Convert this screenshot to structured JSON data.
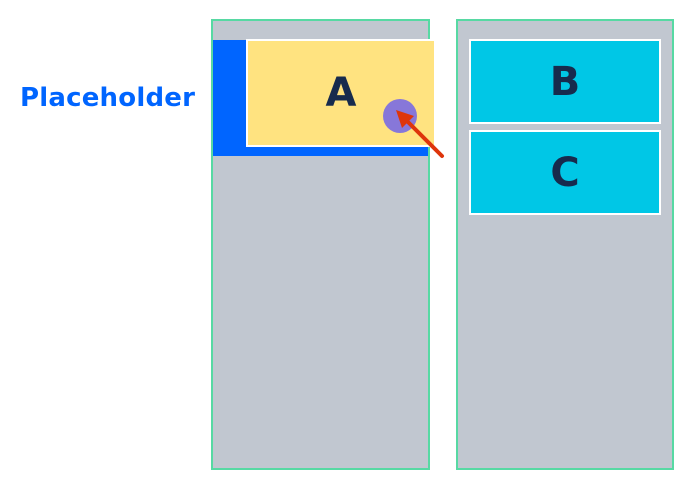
{
  "labels": {
    "placeholder": "Placeholder"
  },
  "cards": {
    "a": "A",
    "b": "B",
    "c": "C"
  },
  "colors": {
    "placeholder_text": "#0065ff",
    "drop_placeholder": "#0065ff",
    "column_fill": "#c1c7d0",
    "column_border": "#57d9a3",
    "card_a": "#ffe380",
    "card_bc": "#00c7e6",
    "card_text": "#172b4d",
    "cursor": "#8777d9",
    "arrow": "#de350b"
  },
  "icons": {
    "cursor": "drag-cursor-icon",
    "arrow": "pointer-arrow-icon"
  }
}
